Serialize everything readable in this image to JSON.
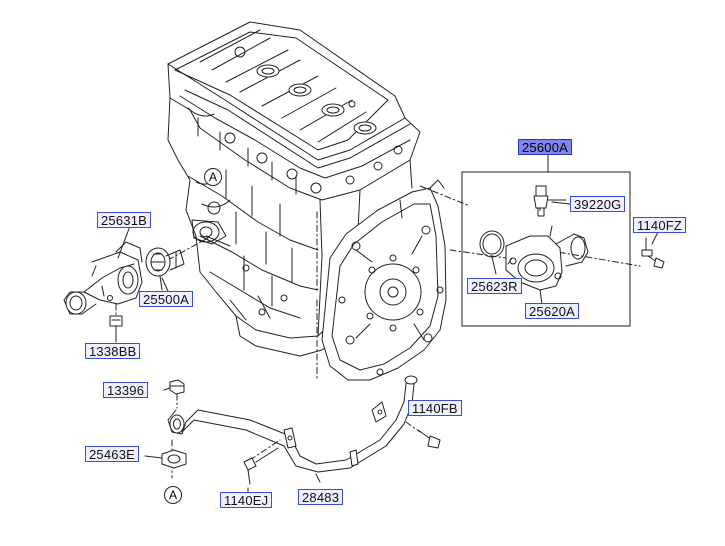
{
  "labels": {
    "p25600A": "25600A",
    "p39220G": "39220G",
    "p1140FZ": "1140FZ",
    "p25631B": "25631B",
    "p25500A": "25500A",
    "p25623R": "25623R",
    "p25620A": "25620A",
    "p1338BB": "1338BB",
    "p13396": "13396",
    "p1140FB": "1140FB",
    "p25463E": "25463E",
    "p1140EJ": "1140EJ",
    "p28483": "28483",
    "refA_top": "A",
    "refA_bottom": "A"
  },
  "colors": {
    "line": "#222222",
    "label_border": "#3a4fd0",
    "label_fill": "#eef0ff",
    "label_highlight": "#7f86f0"
  }
}
